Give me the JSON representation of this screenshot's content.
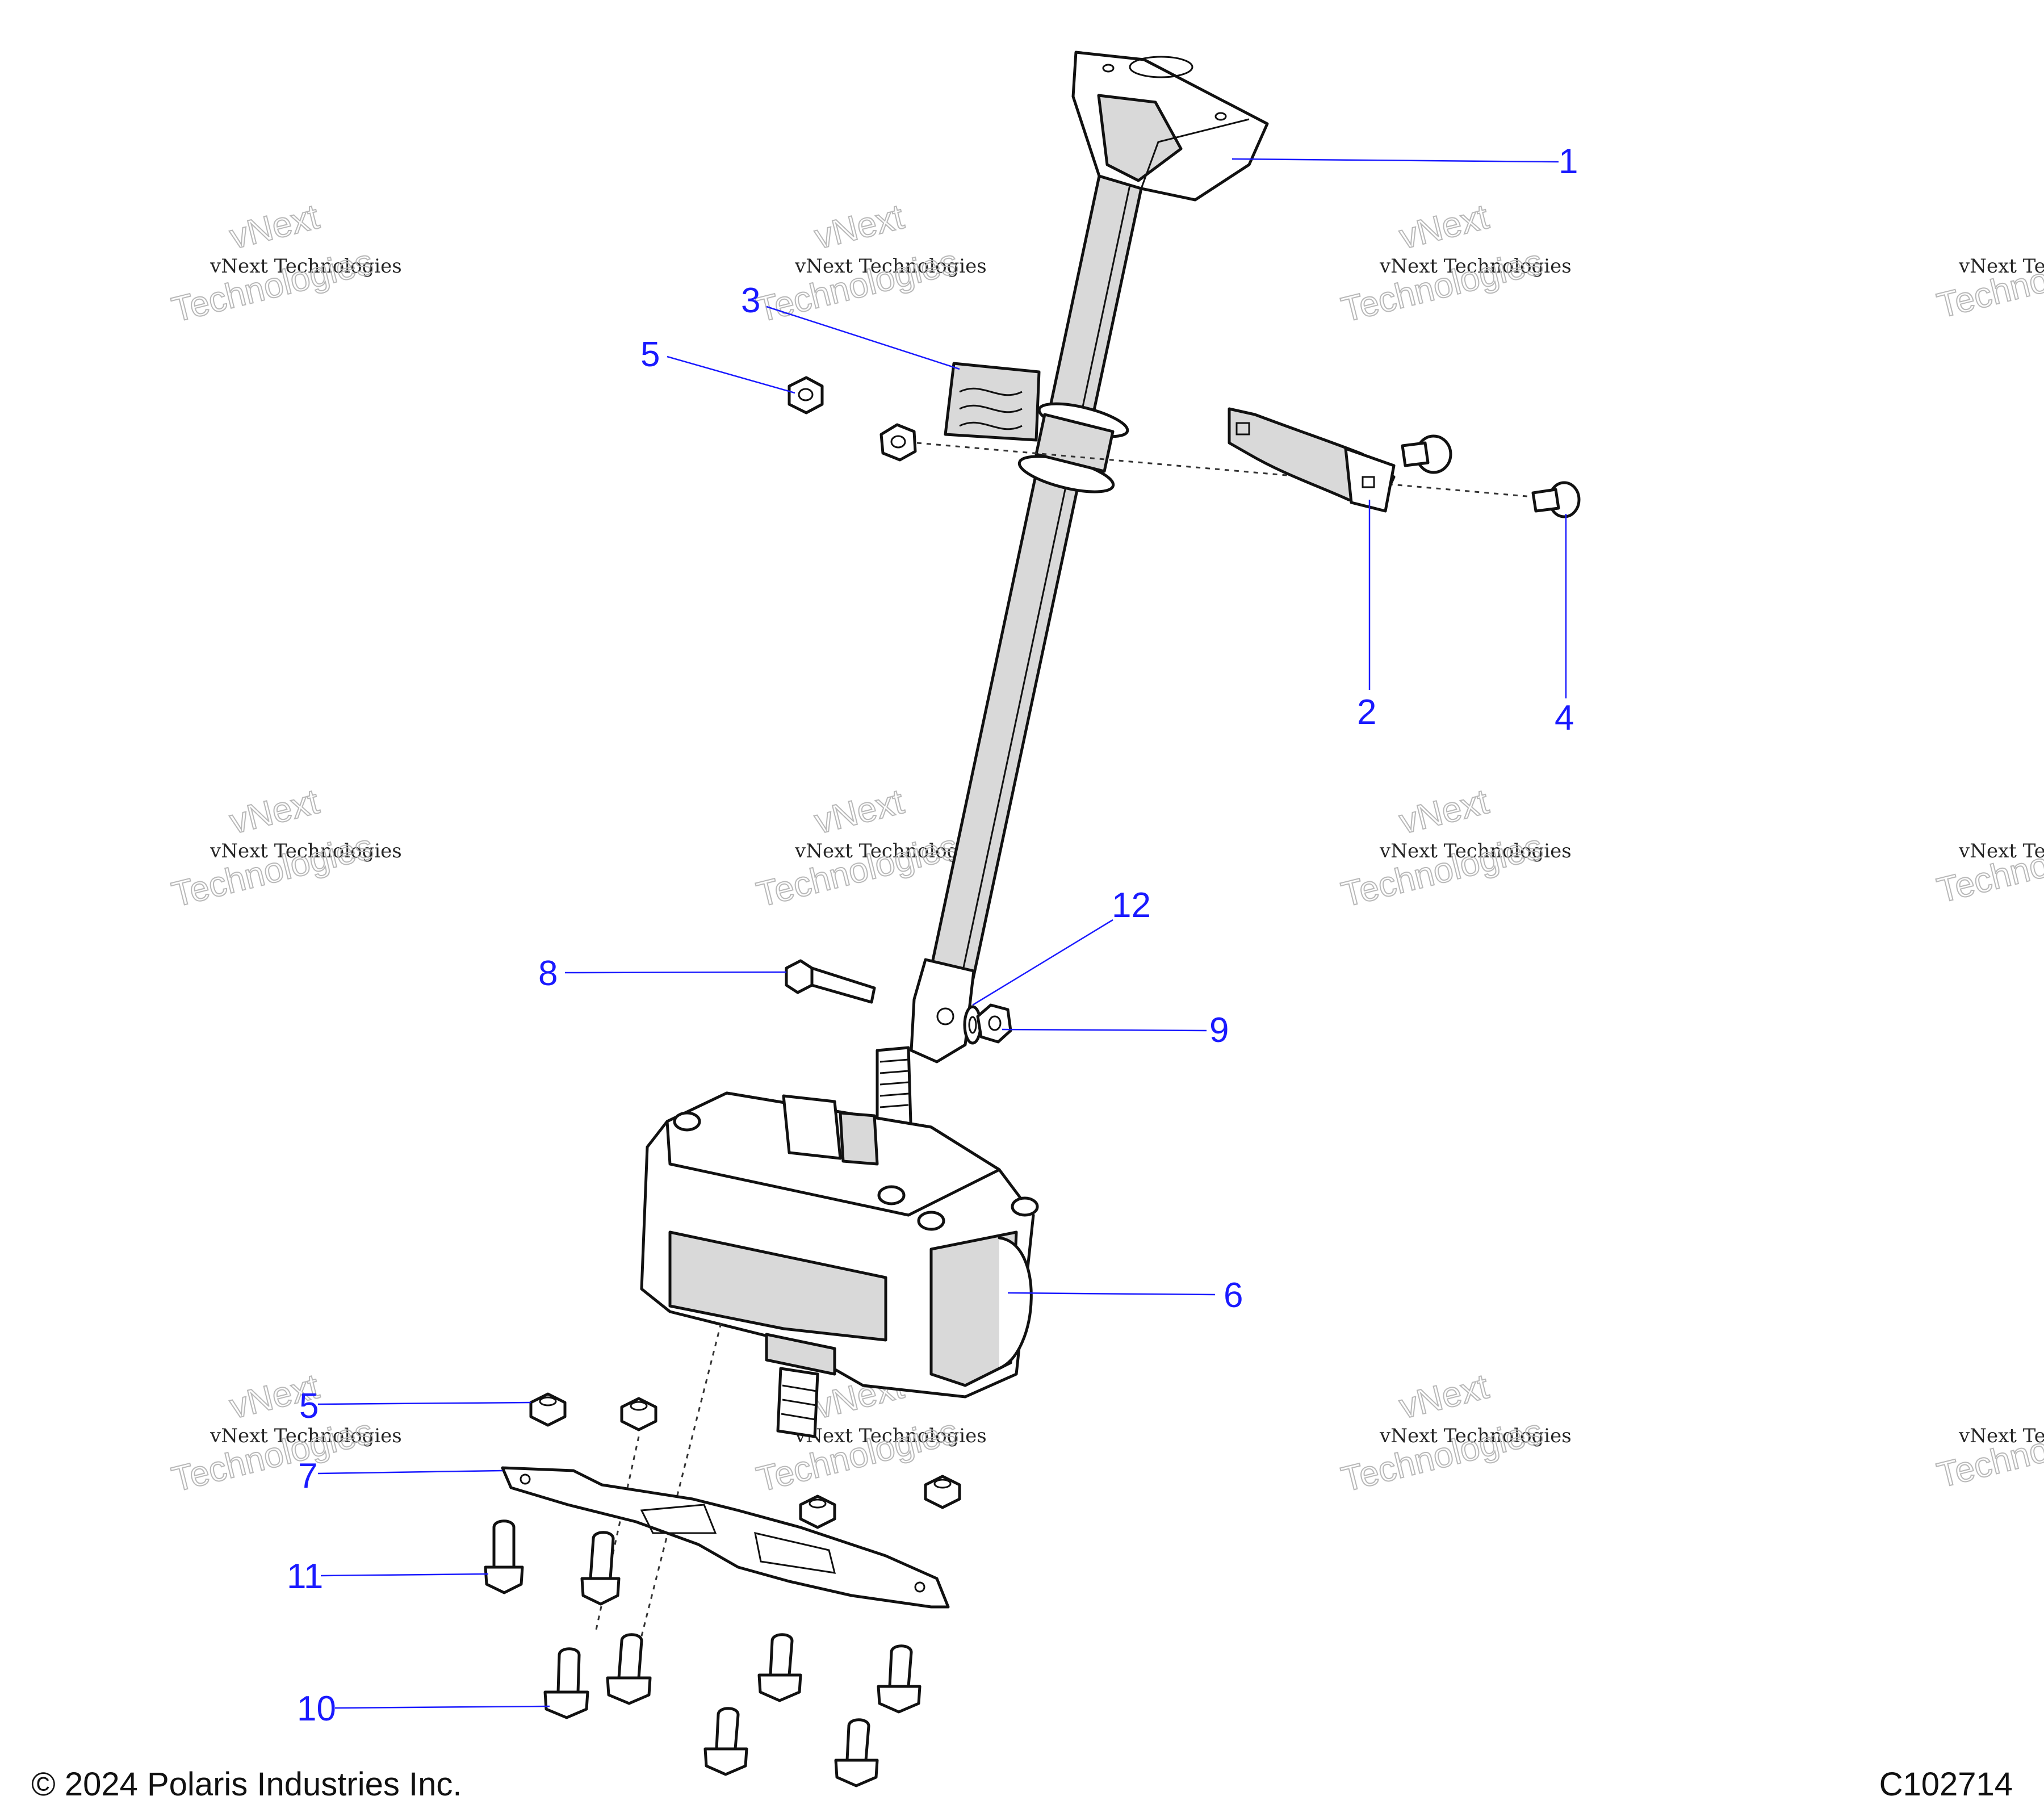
{
  "callouts": {
    "c1": "1",
    "c2": "2",
    "c3": "3",
    "c4": "4",
    "c5a": "5",
    "c5b": "5",
    "c6": "6",
    "c7": "7",
    "c8": "8",
    "c9": "9",
    "c10": "10",
    "c11": "11",
    "c12": "12"
  },
  "watermark": {
    "line1": "vNext Technologies",
    "line2": "vNext",
    "line3": "Technologies"
  },
  "footer": {
    "copyright": "© 2024 Polaris Industries Inc.",
    "diagram_id": "C102714"
  },
  "colors": {
    "callout": "#1a1aff",
    "line": "#111111",
    "shade": "#d9d9d9"
  }
}
